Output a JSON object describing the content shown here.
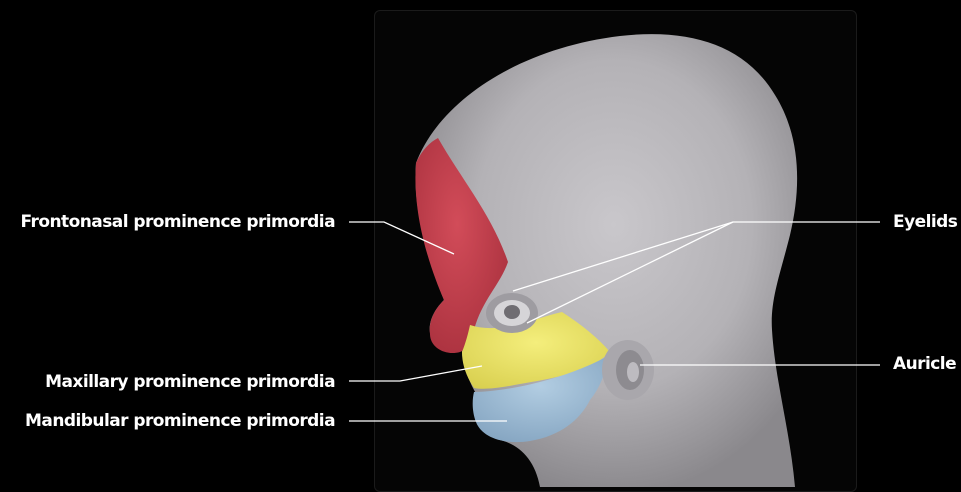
{
  "labels": {
    "frontonasal": "Frontonasal prominence primordia",
    "maxillary": "Maxillary prominence primordia",
    "mandibular": "Mandibular prominence primordia",
    "eyelids": "Eyelids",
    "auricle": "Auricle"
  },
  "colors": {
    "background": "#000000",
    "head": "#b9b7bb",
    "frontonasal": "#c8424f",
    "maxillary": "#ece56a",
    "mandibular": "#9fbdd6",
    "leader_lines": "#ffffff"
  }
}
